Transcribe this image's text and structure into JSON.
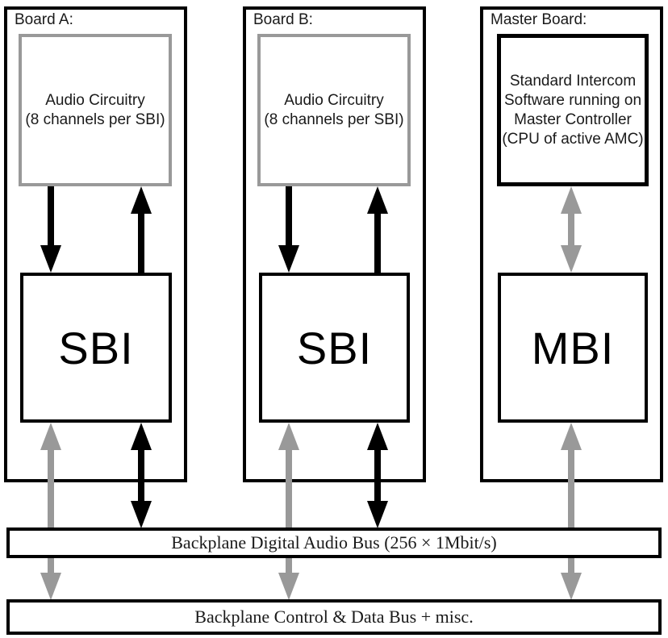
{
  "colors": {
    "black": "#000000",
    "gray": "#999999",
    "background": "#ffffff"
  },
  "boards": [
    {
      "label": "Board A:",
      "top_box_lines": [
        "Audio Circuitry",
        "(8 channels per SBI)"
      ],
      "chip_label": "SBI"
    },
    {
      "label": "Board B:",
      "top_box_lines": [
        "Audio Circuitry",
        "(8 channels per SBI)"
      ],
      "chip_label": "SBI"
    },
    {
      "label": "Master Board:",
      "top_box_lines": [
        "Standard Intercom",
        "Software running on",
        "Master Controller",
        "(CPU of active AMC)"
      ],
      "chip_label": "MBI"
    }
  ],
  "buses": [
    {
      "label": "Backplane Digital Audio Bus (256 × 1Mbit/s)"
    },
    {
      "label": "Backplane Control & Data Bus + misc."
    }
  ]
}
